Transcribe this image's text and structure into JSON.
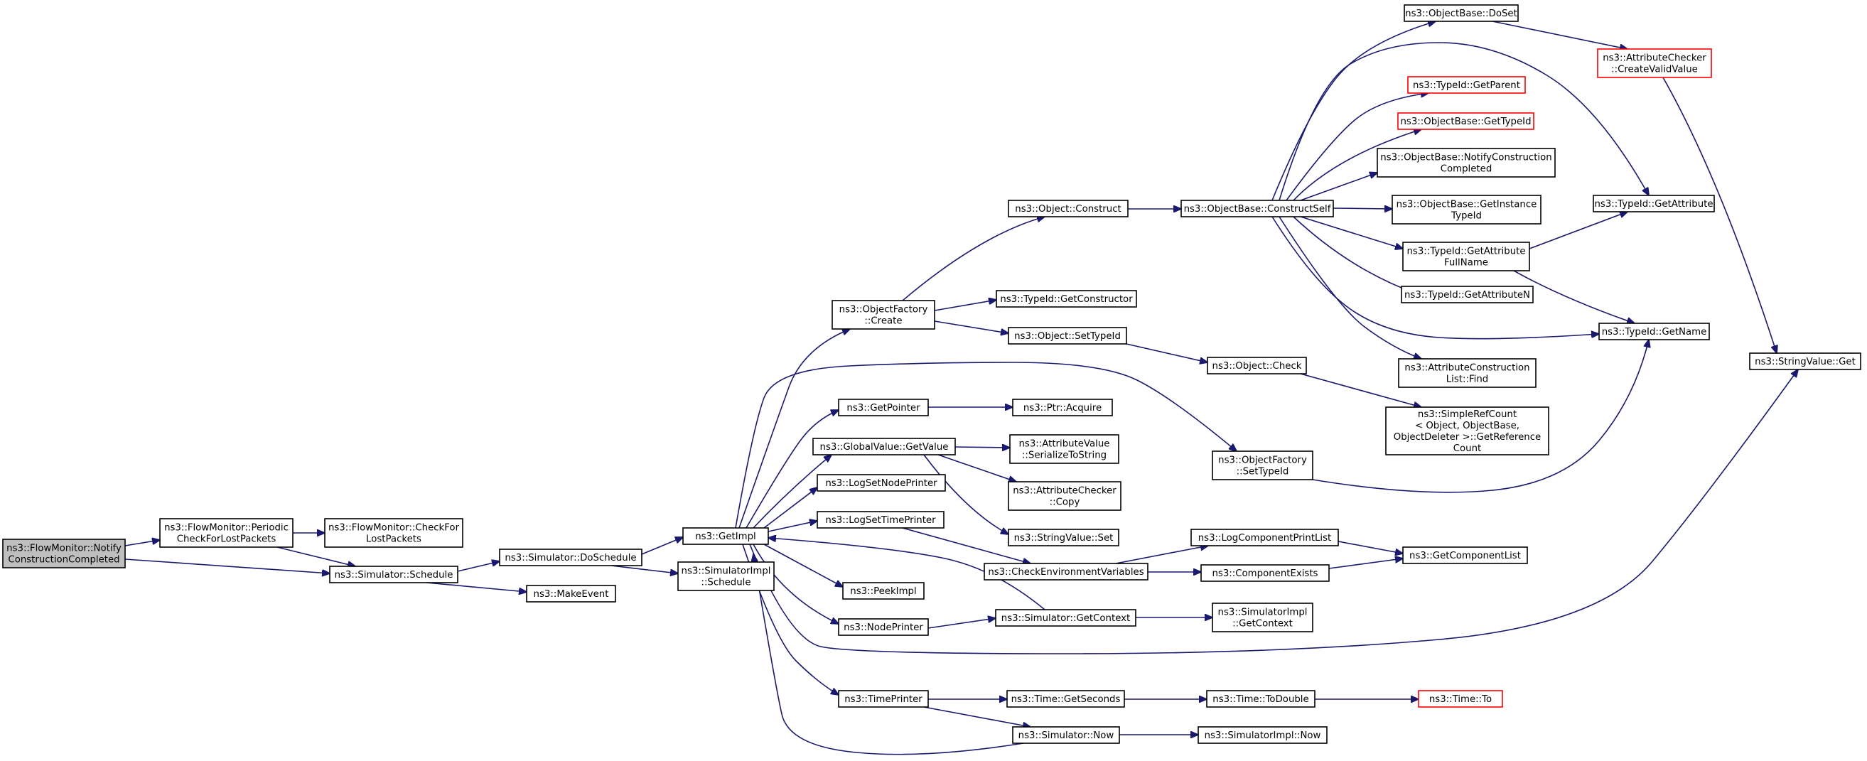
{
  "graph": {
    "nodes": [
      {
        "id": "root",
        "lines": [
          "ns3::FlowMonitor::Notify",
          "ConstructionCompleted"
        ],
        "highlight": true
      },
      {
        "id": "periodic",
        "lines": [
          "ns3::FlowMonitor::Periodic",
          "CheckForLostPackets"
        ]
      },
      {
        "id": "checkfor",
        "lines": [
          "ns3::FlowMonitor::CheckFor",
          "LostPackets"
        ]
      },
      {
        "id": "schedule",
        "lines": [
          "ns3::Simulator::Schedule"
        ]
      },
      {
        "id": "doschedule",
        "lines": [
          "ns3::Simulator::DoSchedule"
        ]
      },
      {
        "id": "makeevent",
        "lines": [
          "ns3::MakeEvent"
        ]
      },
      {
        "id": "getimpl",
        "lines": [
          "ns3::GetImpl"
        ]
      },
      {
        "id": "simimplsched",
        "lines": [
          "ns3::SimulatorImpl",
          "::Schedule"
        ]
      },
      {
        "id": "ofcreate",
        "lines": [
          "ns3::ObjectFactory",
          "::Create"
        ]
      },
      {
        "id": "getpointer",
        "lines": [
          "ns3::GetPointer"
        ]
      },
      {
        "id": "gvgetvalue",
        "lines": [
          "ns3::GlobalValue::GetValue"
        ]
      },
      {
        "id": "lognodeprinter",
        "lines": [
          "ns3::LogSetNodePrinter"
        ]
      },
      {
        "id": "logtimeprinter",
        "lines": [
          "ns3::LogSetTimePrinter"
        ]
      },
      {
        "id": "peekimpl",
        "lines": [
          "ns3::PeekImpl"
        ]
      },
      {
        "id": "nodeprinter",
        "lines": [
          "ns3::NodePrinter"
        ]
      },
      {
        "id": "timeprinter",
        "lines": [
          "ns3::TimePrinter"
        ]
      },
      {
        "id": "objconstruct",
        "lines": [
          "ns3::Object::Construct"
        ]
      },
      {
        "id": "getconstructor",
        "lines": [
          "ns3::TypeId::GetConstructor"
        ]
      },
      {
        "id": "objsettypeid",
        "lines": [
          "ns3::Object::SetTypeId"
        ]
      },
      {
        "id": "ptracquire",
        "lines": [
          "ns3::Ptr::Acquire"
        ]
      },
      {
        "id": "avserialize",
        "lines": [
          "ns3::AttributeValue",
          "::SerializeToString"
        ]
      },
      {
        "id": "accopy",
        "lines": [
          "ns3::AttributeChecker",
          "::Copy"
        ]
      },
      {
        "id": "svset",
        "lines": [
          "ns3::StringValue::Set"
        ]
      },
      {
        "id": "checkenv",
        "lines": [
          "ns3::CheckEnvironmentVariables"
        ]
      },
      {
        "id": "simgetcontext",
        "lines": [
          "ns3::Simulator::GetContext"
        ]
      },
      {
        "id": "timegetseconds",
        "lines": [
          "ns3::Time::GetSeconds"
        ]
      },
      {
        "id": "simnow",
        "lines": [
          "ns3::Simulator::Now"
        ]
      },
      {
        "id": "constructself",
        "lines": [
          "ns3::ObjectBase::ConstructSelf"
        ]
      },
      {
        "id": "objcheck",
        "lines": [
          "ns3::Object::Check"
        ]
      },
      {
        "id": "ofsettypeid",
        "lines": [
          "ns3::ObjectFactory",
          "::SetTypeId"
        ]
      },
      {
        "id": "logcompprintlist",
        "lines": [
          "ns3::LogComponentPrintList"
        ]
      },
      {
        "id": "compexists",
        "lines": [
          "ns3::ComponentExists"
        ]
      },
      {
        "id": "simimplgetcontext",
        "lines": [
          "ns3::SimulatorImpl",
          "::GetContext"
        ]
      },
      {
        "id": "timetodouble",
        "lines": [
          "ns3::Time::ToDouble"
        ]
      },
      {
        "id": "simimplnow",
        "lines": [
          "ns3::SimulatorImpl::Now"
        ]
      },
      {
        "id": "doset",
        "lines": [
          "ns3::ObjectBase::DoSet"
        ]
      },
      {
        "id": "getparent",
        "lines": [
          "ns3::TypeId::GetParent"
        ],
        "red": true
      },
      {
        "id": "obgettypeid",
        "lines": [
          "ns3::ObjectBase::GetTypeId"
        ],
        "red": true
      },
      {
        "id": "notifyconstruction",
        "lines": [
          "ns3::ObjectBase::NotifyConstruction",
          "Completed"
        ]
      },
      {
        "id": "getinstancetypeid",
        "lines": [
          "ns3::ObjectBase::GetInstance",
          "TypeId"
        ]
      },
      {
        "id": "getattrfullname",
        "lines": [
          "ns3::TypeId::GetAttribute",
          "FullName"
        ]
      },
      {
        "id": "getattributen",
        "lines": [
          "ns3::TypeId::GetAttributeN"
        ]
      },
      {
        "id": "acfind",
        "lines": [
          "ns3::AttributeConstruction",
          "List::Find"
        ]
      },
      {
        "id": "simplerefcount",
        "lines": [
          "ns3::SimpleRefCount",
          "< Object, ObjectBase,",
          "ObjectDeleter >::GetReference",
          "Count"
        ]
      },
      {
        "id": "getcomponentlist",
        "lines": [
          "ns3::GetComponentList"
        ]
      },
      {
        "id": "timeto",
        "lines": [
          "ns3::Time::To"
        ],
        "red": true
      },
      {
        "id": "createvalidvalue",
        "lines": [
          "ns3::AttributeChecker",
          "::CreateValidValue"
        ],
        "red": true
      },
      {
        "id": "getattribute",
        "lines": [
          "ns3::TypeId::GetAttribute"
        ]
      },
      {
        "id": "getname",
        "lines": [
          "ns3::TypeId::GetName"
        ]
      },
      {
        "id": "svget",
        "lines": [
          "ns3::StringValue::Get"
        ]
      }
    ]
  }
}
